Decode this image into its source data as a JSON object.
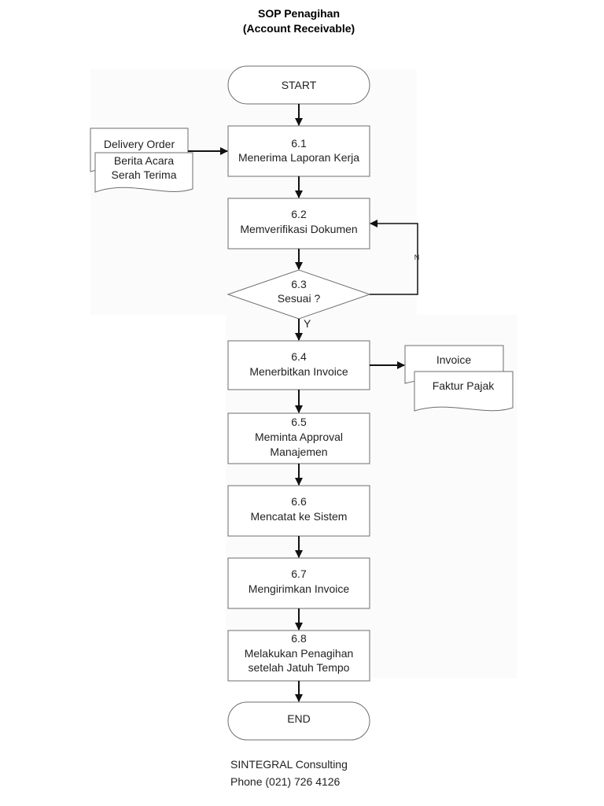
{
  "title": {
    "line1": "SOP Penagihan",
    "line2": "(Account Receivable)"
  },
  "nodes": {
    "start": "START",
    "end": "END",
    "s61": {
      "num": "6.1",
      "text": "Menerima Laporan Kerja"
    },
    "s62": {
      "num": "6.2",
      "text": "Memverifikasi Dokumen"
    },
    "s63": {
      "num": "6.3",
      "text": "Sesuai ?"
    },
    "s64": {
      "num": "6.4",
      "text": "Menerbitkan Invoice"
    },
    "s65": {
      "num": "6.5",
      "line1": "Meminta Approval",
      "line2": "Manajemen"
    },
    "s66": {
      "num": "6.6",
      "text": "Mencatat ke Sistem"
    },
    "s67": {
      "num": "6.7",
      "text": "Mengirimkan Invoice"
    },
    "s68": {
      "num": "6.8",
      "line1": "Melakukan Penagihan",
      "line2": "setelah Jatuh Tempo"
    }
  },
  "documents": {
    "input": {
      "doc1": "Delivery Order",
      "doc2_line1": "Berita Acara",
      "doc2_line2": "Serah Terima"
    },
    "output": {
      "doc1": "Invoice",
      "doc2": "Faktur Pajak"
    }
  },
  "branches": {
    "no": "N",
    "yes": "Y"
  },
  "footer": {
    "company": "SINTEGRAL Consulting",
    "phone": "Phone (021) 726 4126"
  }
}
